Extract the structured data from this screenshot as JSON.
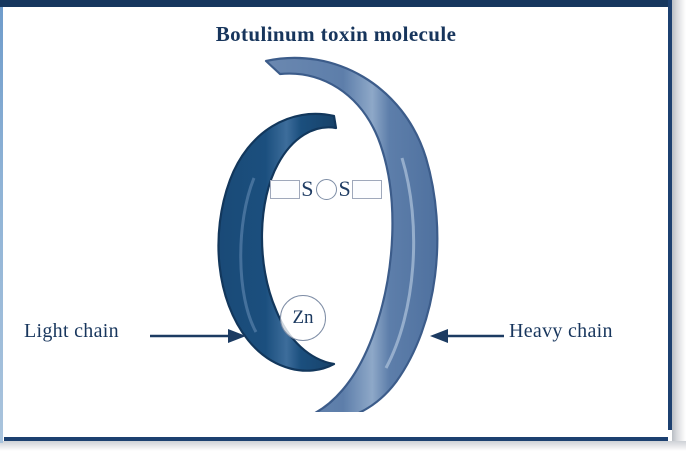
{
  "figure": {
    "title": "Botulinum toxin molecule",
    "type": "scientific-diagram"
  },
  "molecule": {
    "light_chain": {
      "label": "Light chain",
      "color": "#1b4f7e",
      "outline": "#12375c",
      "description": "dark navy C-shaped chain opening to the right"
    },
    "heavy_chain": {
      "label": "Heavy chain",
      "color": "#5d7eaa",
      "outline": "#3c5c8a",
      "description": "slate blue crescent arc enclosing the light chain"
    },
    "disulfide_bond": {
      "left_s": "S",
      "right_s": "S",
      "bar_color": "#9fa8bb",
      "ring_color": "#7d8da5"
    },
    "zinc_site": {
      "symbol": "Zn",
      "ring_color": "#7f8ea6"
    }
  },
  "annotations": {
    "left_arrow": "arrow-right-icon",
    "right_arrow": "arrow-left-icon",
    "arrow_color": "#1c3b62"
  },
  "frame": {
    "border_color": "#1c4070",
    "top_bar_color": "#16375e",
    "left_edge_color": "#8fb3d6",
    "background": "#ffffff"
  },
  "chart_data": {
    "type": "diagram",
    "title": "Botulinum toxin molecule",
    "elements": [
      {
        "name": "Light chain",
        "shape": "C-arc",
        "color": "#1b4f7e"
      },
      {
        "name": "Heavy chain",
        "shape": "crescent-arc",
        "color": "#5d7eaa"
      },
      {
        "name": "S-S disulfide bond",
        "shape": "bar-S-ring-S-bar",
        "color": "#1f3c63"
      },
      {
        "name": "Zn",
        "shape": "circle",
        "color": "#1c3a60"
      }
    ],
    "labels": [
      "Light chain",
      "Heavy chain",
      "S",
      "S",
      "Zn"
    ]
  }
}
